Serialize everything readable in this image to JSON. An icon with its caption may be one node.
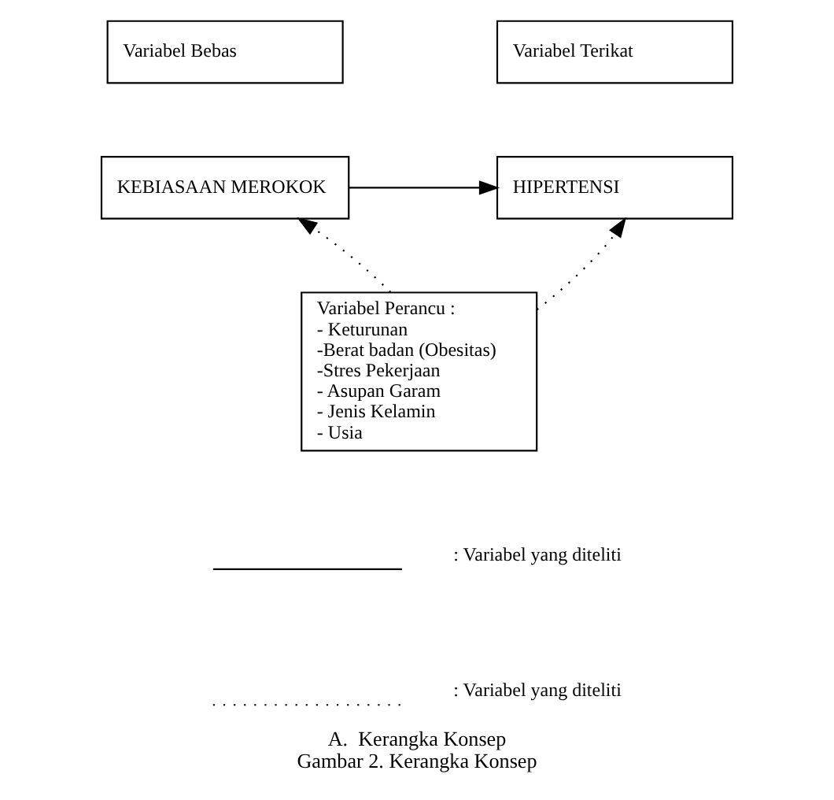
{
  "diagram": {
    "title": "A.  Kerangka Konsep",
    "caption": "Gambar 2. Kerangka Konsep",
    "nodes": [
      {
        "text": [
          "Variabel Bebas"
        ]
      },
      {
        "text": [
          "Variabel Terikat"
        ]
      },
      {
        "text": [
          "KEBIASAAN MEROKOK"
        ]
      },
      {
        "text": [
          "HIPERTENSI"
        ]
      },
      {
        "text": [
          "Variabel Perancu :",
          "- Keturunan",
          "-Berat badan (Obesitas)",
          "-Stres Pekerjaan",
          "- Asupan Garam",
          "- Jenis Kelamin",
          "- Usia"
        ]
      }
    ],
    "edges": [
      {
        "from": 2,
        "to": 3,
        "arrow": "to"
      },
      {
        "from": 4,
        "to": 2,
        "arrow": "to",
        "style": "dashed"
      },
      {
        "from": 4,
        "to": 3,
        "arrow": "to",
        "style": "dashed"
      }
    ],
    "legend": [
      {
        "text": ": Variabel yang diteliti"
      },
      {
        "text": ": Variabel yang diteliti"
      }
    ]
  }
}
